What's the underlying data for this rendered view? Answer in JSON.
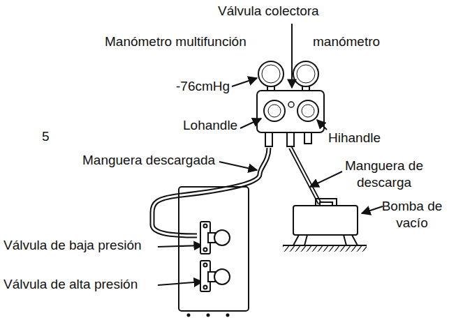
{
  "diagram": {
    "labels": [
      "Válvula colectora",
      "Manómetro multifunción",
      "manómetro",
      "-76cmHg",
      "5",
      "Lohandle",
      "Hihandle",
      "Manguera descargada",
      "Manguera de descarga",
      "Bomba de vacío",
      "Válvula de baja presión",
      "Válvula de alta presión"
    ]
  }
}
